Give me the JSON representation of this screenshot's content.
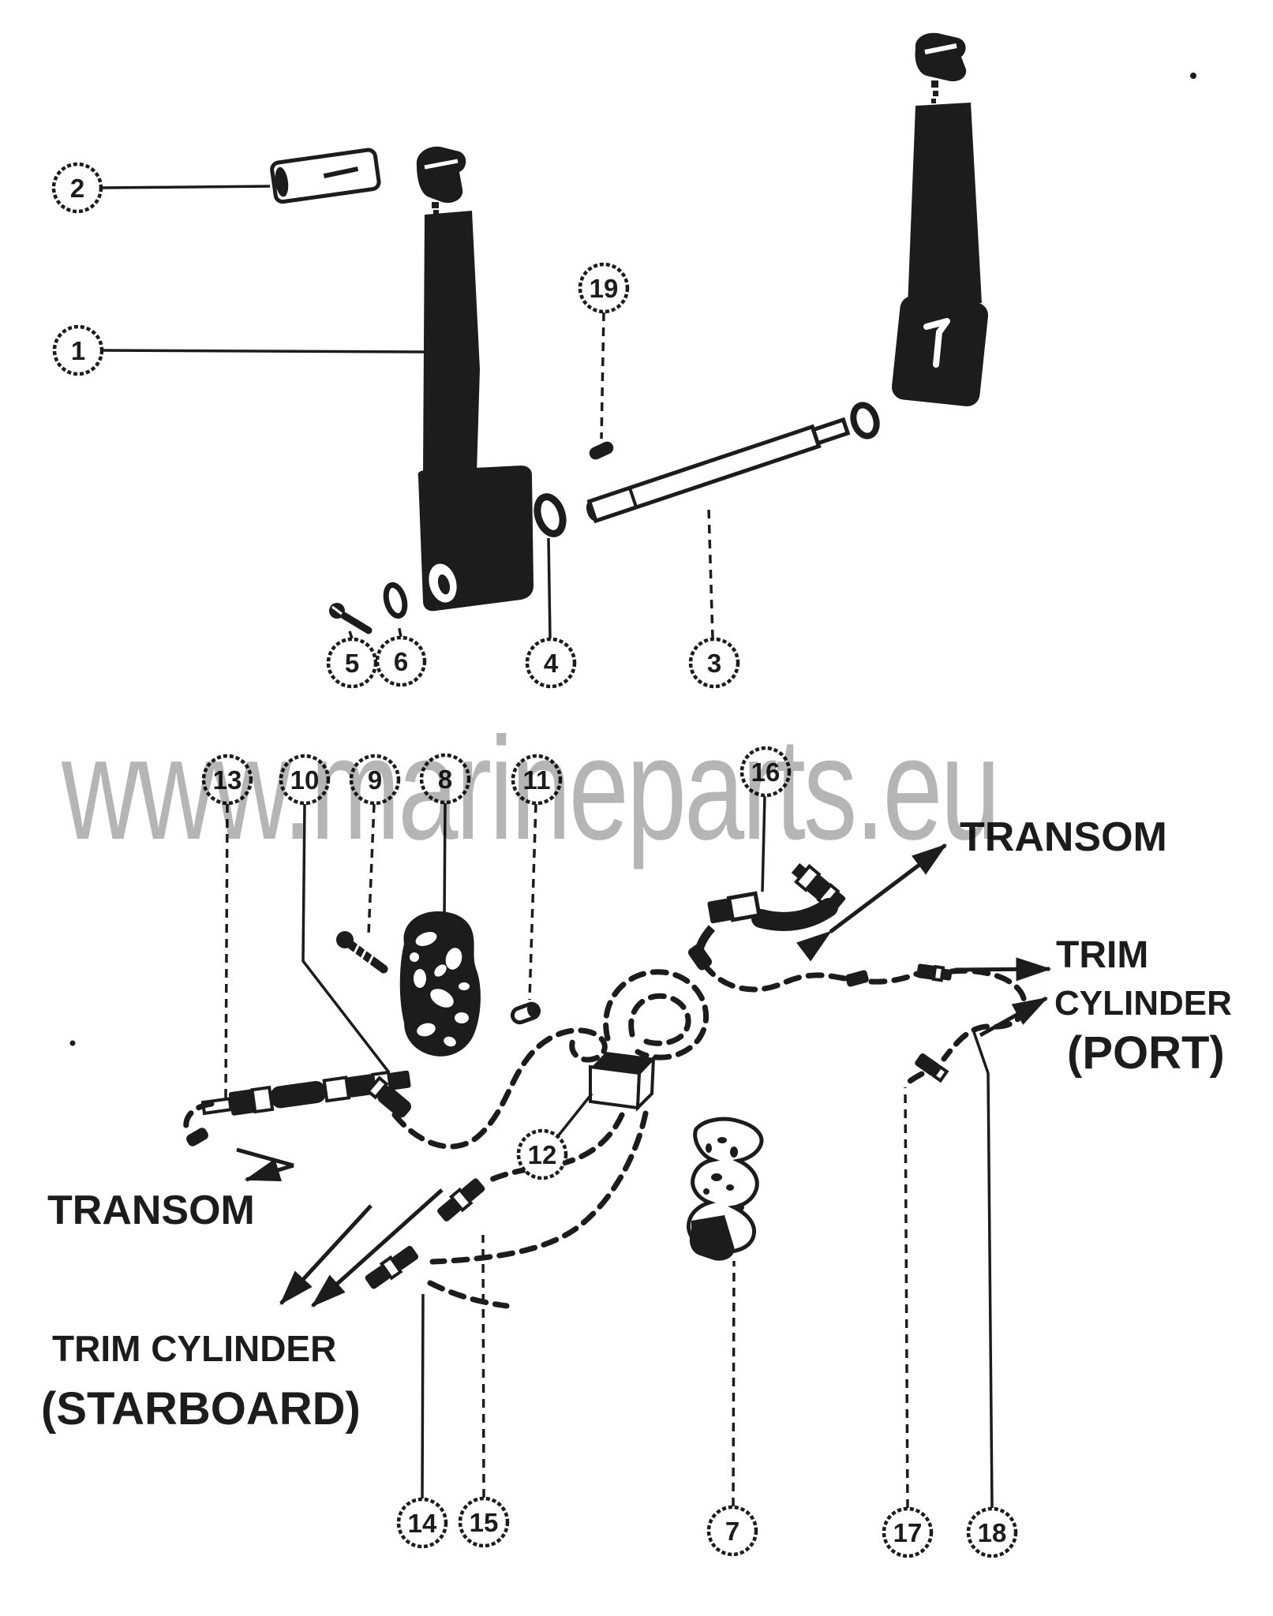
{
  "colors": {
    "ink": "#1c1c1c",
    "watermark_gray": "#b5b5b5",
    "paper": "#ffffff"
  },
  "watermark_text": "www.marineparts.eu",
  "labels": {
    "transom_right": "TRANSOM",
    "trim_port_1": "TRIM",
    "trim_port_2": "CYLINDER",
    "trim_port_3": "(PORT)",
    "transom_left": "TRANSOM",
    "trim_stbd_1": "TRIM CYLINDER",
    "trim_stbd_2": "(STARBOARD)"
  },
  "callouts": {
    "c1": "1",
    "c2": "2",
    "c3": "3",
    "c4": "4",
    "c5": "5",
    "c6": "6",
    "c7": "7",
    "c8": "8",
    "c9": "9",
    "c10": "10",
    "c11": "11",
    "c12": "12",
    "c13": "13",
    "c14": "14",
    "c15": "15",
    "c16": "16",
    "c17": "17",
    "c18": "18",
    "c19": "19"
  }
}
